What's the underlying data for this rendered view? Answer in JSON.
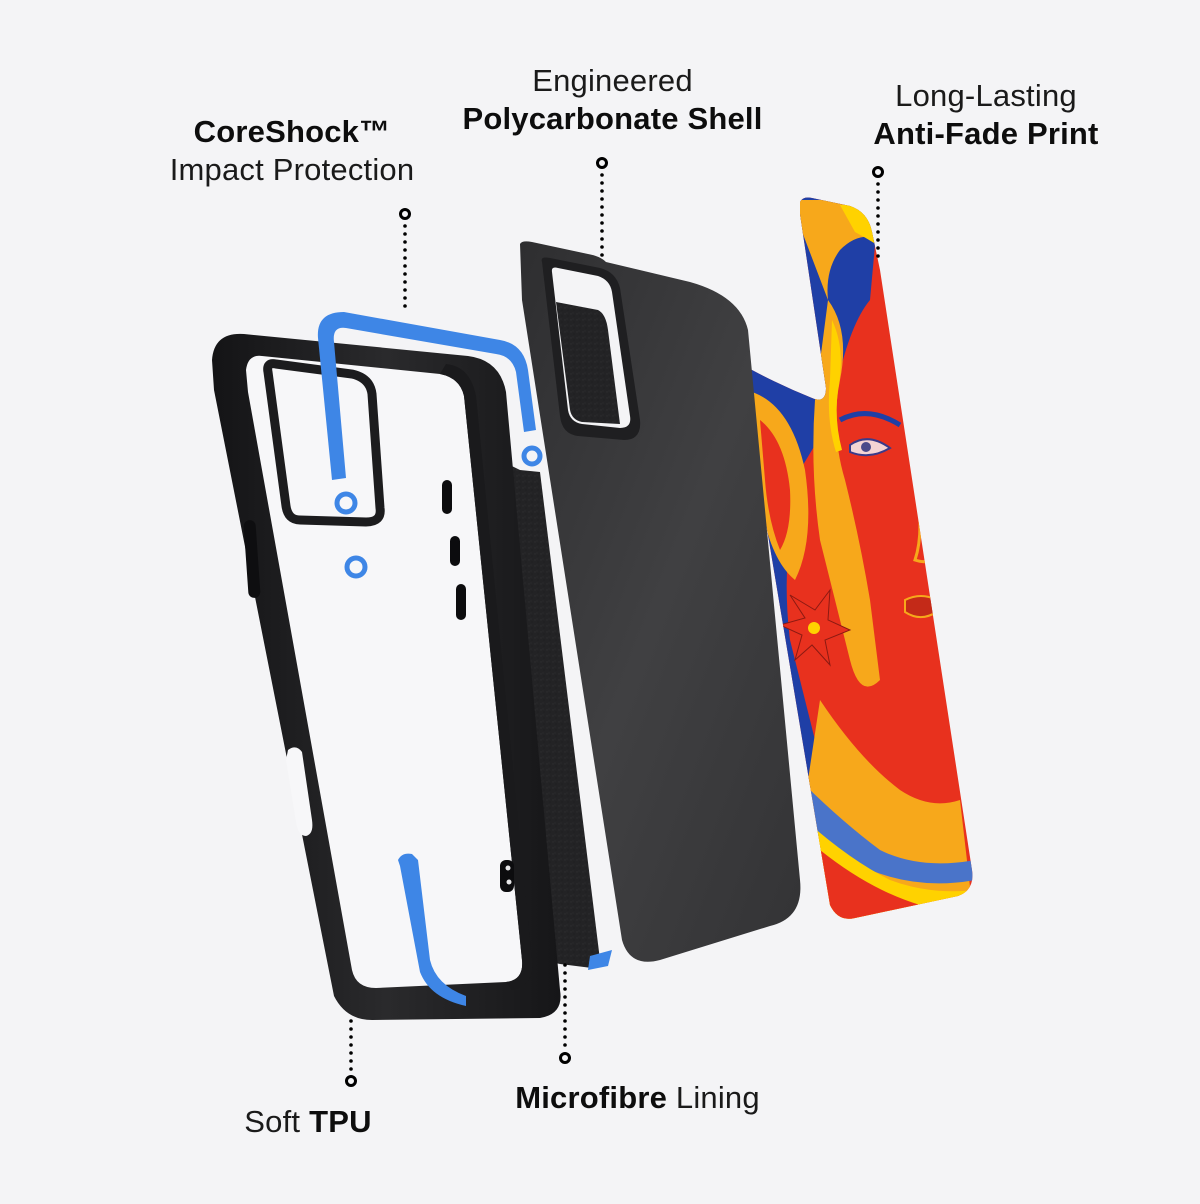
{
  "background_color": "#f4f4f6",
  "accent_color": "#3e86e6",
  "layers": [
    {
      "id": "coreshock",
      "title_bold": "CoreShock™",
      "subtitle": "Impact Protection",
      "color": "#3e86e6"
    },
    {
      "id": "shell",
      "title_light": "Engineered",
      "title_bold": "Polycarbonate Shell",
      "color": "#3a3a3c"
    },
    {
      "id": "print",
      "title_light": "Long-Lasting",
      "title_bold": "Anti-Fade Print",
      "palette": [
        "#e8311e",
        "#f7a81b",
        "#ffd200",
        "#1f3fa6",
        "#4a74c9"
      ]
    },
    {
      "id": "tpu",
      "title_light": "Soft",
      "title_bold": "TPU",
      "color": "#1c1c1e"
    },
    {
      "id": "lining",
      "title_bold": "Microfibre",
      "title_light": "Lining",
      "color": "#222224"
    }
  ]
}
